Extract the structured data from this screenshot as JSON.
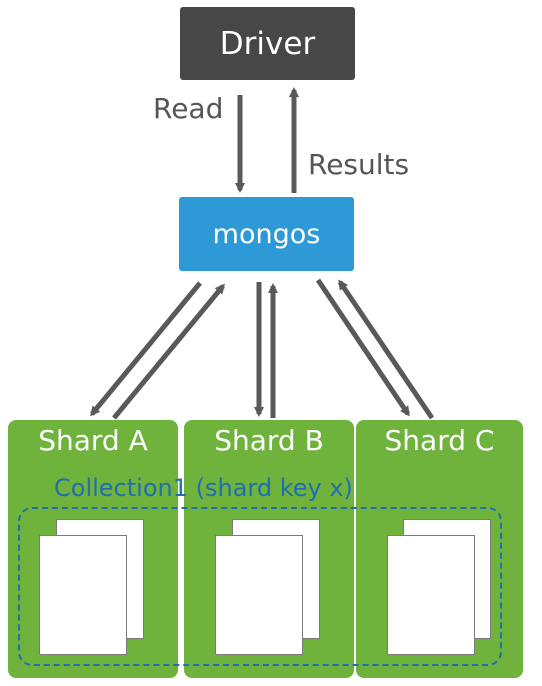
{
  "driver": {
    "label": "Driver"
  },
  "mongos": {
    "label": "mongos"
  },
  "edges": {
    "read_label": "Read",
    "results_label": "Results"
  },
  "shards": [
    {
      "label": "Shard A"
    },
    {
      "label": "Shard B"
    },
    {
      "label": "Shard C"
    }
  ],
  "collection": {
    "label": "Collection1  (shard key x)"
  },
  "colors": {
    "driver": "#474747",
    "mongos": "#2d9ad7",
    "shard": "#6fb33c",
    "collection_border": "#1f6fb0",
    "arrow": "#595959"
  }
}
